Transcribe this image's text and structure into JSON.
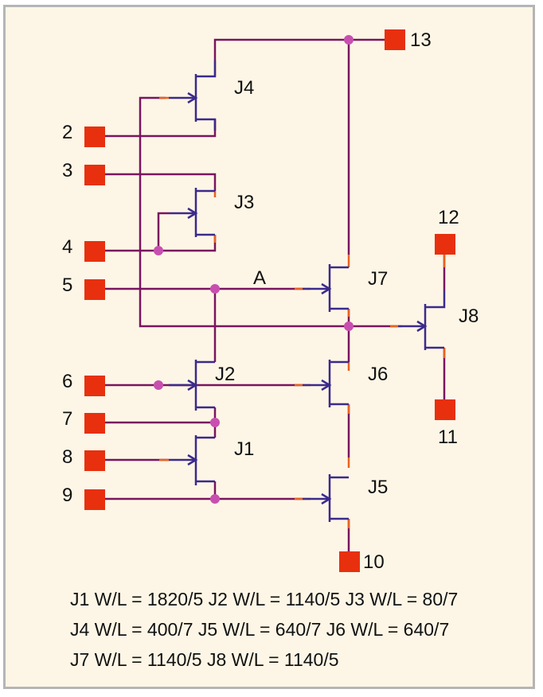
{
  "colors": {
    "background": "#fdf6e6",
    "border": "#b5b5b5",
    "wire": "#7a1460",
    "transistor": "#3b2a8c",
    "pad": "#e8300e",
    "node": "#c84fb0"
  },
  "pads": {
    "p2": "2",
    "p3": "3",
    "p4": "4",
    "p5": "5",
    "p6": "6",
    "p7": "7",
    "p8": "8",
    "p9": "9",
    "p10": "10",
    "p11": "11",
    "p12": "12",
    "p13": "13"
  },
  "transistors": {
    "j1": "J1",
    "j2": "J2",
    "j3": "J3",
    "j4": "J4",
    "j5": "J5",
    "j6": "J6",
    "j7": "J7",
    "j8": "J8"
  },
  "node_label_a": "A",
  "specs": [
    "J1 W/L = 1820/5 J2 W/L = 1140/5 J3 W/L = 80/7",
    "J4 W/L = 400/7 J5 W/L = 640/7 J6 W/L = 640/7",
    "J7 W/L = 1140/5 J8 W/L = 1140/5"
  ]
}
